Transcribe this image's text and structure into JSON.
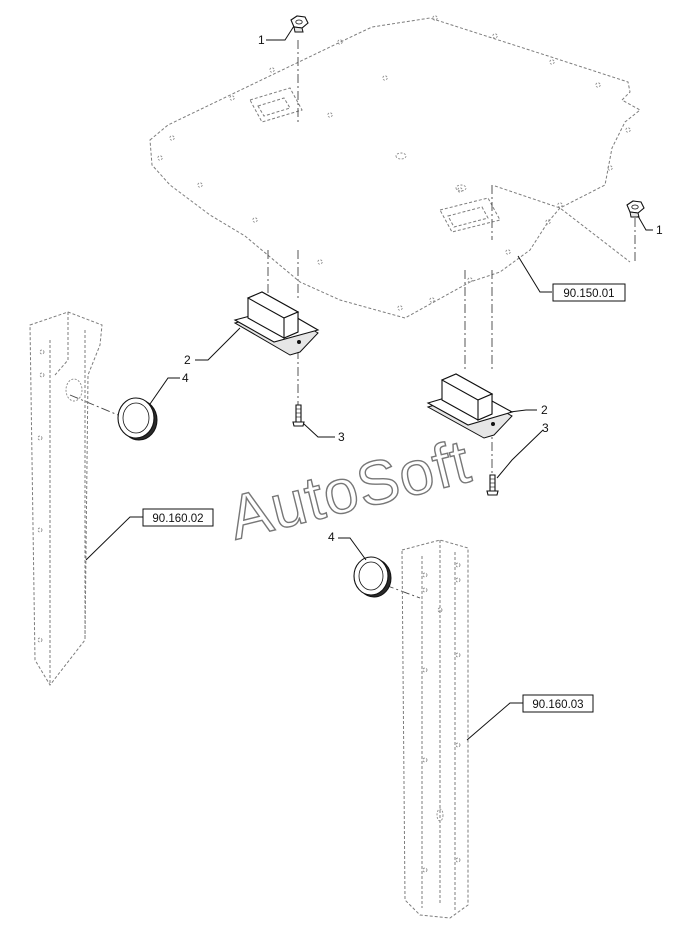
{
  "watermark": "AutoSoft",
  "callouts": {
    "c1_top": "1",
    "c1_right": "1",
    "c2_left": "2",
    "c2_right": "2",
    "c3_left": "3",
    "c3_right": "3",
    "c4_left": "4",
    "c4_mid": "4"
  },
  "references": {
    "platform": "90.150.01",
    "left_post": "90.160.02",
    "right_post": "90.160.03"
  },
  "colors": {
    "ink": "#111111",
    "ghost": "#7d7d7d",
    "background": "#ffffff"
  }
}
